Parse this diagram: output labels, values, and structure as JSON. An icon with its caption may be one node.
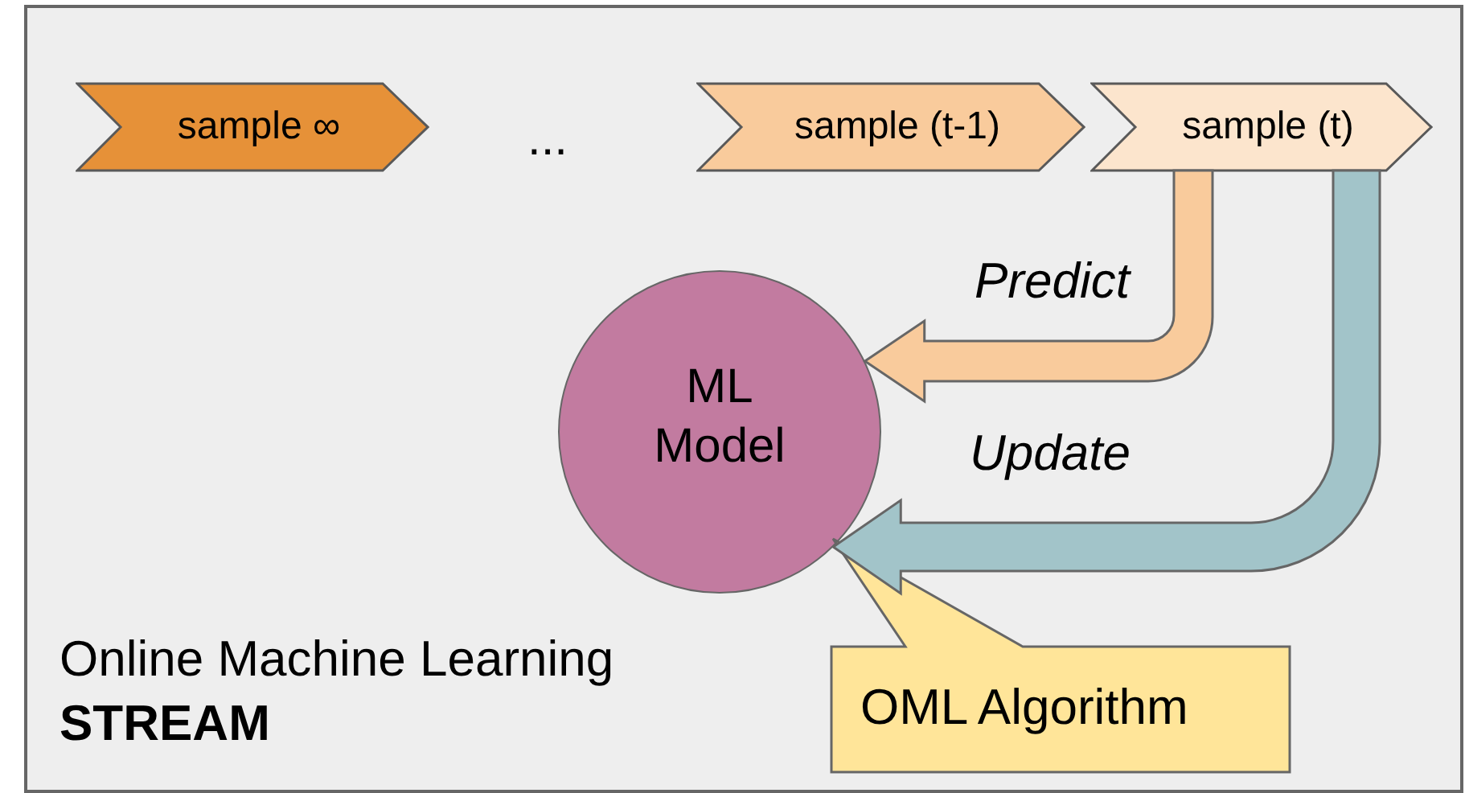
{
  "diagram": {
    "nodes": [
      {
        "text": [
          "Online Machine Learning",
          "STREAM"
        ]
      },
      {
        "text": [
          "sample ∞"
        ],
        "in": 0
      },
      {
        "text": [
          "sample (t-1)"
        ],
        "in": 0
      },
      {
        "text": [
          "sample (t)"
        ],
        "in": 0
      },
      {
        "text": [
          "ML Model"
        ],
        "in": 0
      },
      {
        "text": [
          "OML Algorithm"
        ],
        "in": 0
      }
    ],
    "edges": [
      {
        "from": 3,
        "to": 4,
        "arrow": "to",
        "label": "Predict",
        "style": "thick",
        "color": "#f9cb9c"
      },
      {
        "from": 3,
        "to": 4,
        "arrow": "to",
        "label": "Update",
        "style": "thick",
        "color": "#a2c4c9"
      }
    ],
    "labels": [
      "..."
    ]
  }
}
